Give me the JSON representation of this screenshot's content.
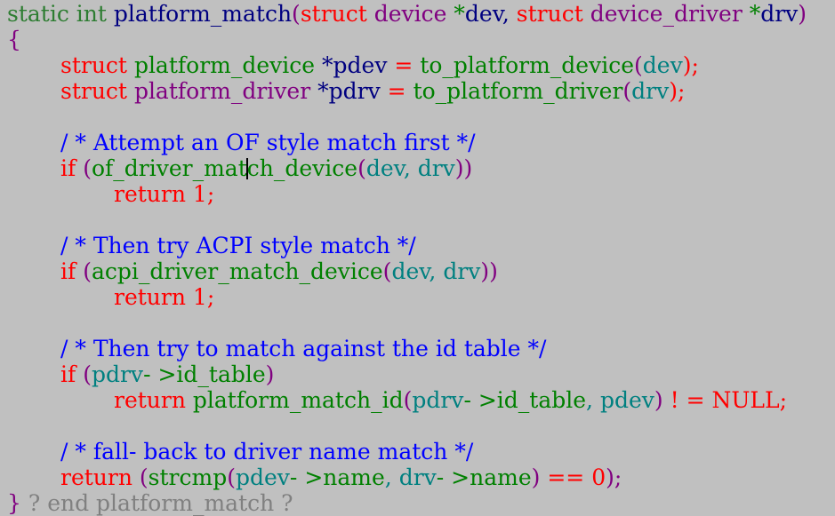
{
  "colors": {
    "keyword": "#2e7d32",
    "type": "#ff0000",
    "struct_name": "#800080",
    "ident": "#000080",
    "func": "#008000",
    "var": "#008080",
    "comment": "#0000ff",
    "number": "#ff0000",
    "paren": "#800080",
    "op": "#ff0000",
    "trailer": "#808080",
    "background": "#c0c0c0"
  },
  "code": {
    "lines": [
      {
        "indent": 0,
        "tokens": [
          {
            "t": "static int ",
            "c": "keyword"
          },
          {
            "t": "platform_match",
            "c": "ident"
          },
          {
            "t": "(",
            "c": "paren"
          },
          {
            "t": "struct ",
            "c": "type"
          },
          {
            "t": "device ",
            "c": "struct_name"
          },
          {
            "t": "*",
            "c": "func"
          },
          {
            "t": "dev",
            "c": "ident"
          },
          {
            "t": ", ",
            "c": "ident"
          },
          {
            "t": "struct ",
            "c": "type"
          },
          {
            "t": "device_driver ",
            "c": "struct_name"
          },
          {
            "t": "*",
            "c": "func"
          },
          {
            "t": "drv",
            "c": "ident"
          },
          {
            "t": ")",
            "c": "paren"
          }
        ]
      },
      {
        "indent": 0,
        "tokens": [
          {
            "t": "{",
            "c": "paren"
          }
        ]
      },
      {
        "indent": 1,
        "tokens": [
          {
            "t": "struct ",
            "c": "type"
          },
          {
            "t": "platform_device ",
            "c": "func"
          },
          {
            "t": "*",
            "c": "ident"
          },
          {
            "t": "pdev",
            "c": "ident"
          },
          {
            "t": " = ",
            "c": "op"
          },
          {
            "t": "to_platform_device",
            "c": "func"
          },
          {
            "t": "(",
            "c": "paren"
          },
          {
            "t": "dev",
            "c": "var"
          },
          {
            "t": ");",
            "c": "op"
          }
        ]
      },
      {
        "indent": 1,
        "tokens": [
          {
            "t": "struct ",
            "c": "type"
          },
          {
            "t": "platform_driver ",
            "c": "struct_name"
          },
          {
            "t": "*",
            "c": "ident"
          },
          {
            "t": "pdrv",
            "c": "ident"
          },
          {
            "t": " = ",
            "c": "op"
          },
          {
            "t": "to_platform_driver",
            "c": "func"
          },
          {
            "t": "(",
            "c": "paren"
          },
          {
            "t": "drv",
            "c": "var"
          },
          {
            "t": ");",
            "c": "op"
          }
        ]
      },
      {
        "indent": 0,
        "tokens": []
      },
      {
        "indent": 1,
        "tokens": [
          {
            "t": "/ * Attempt an OF style match first */",
            "c": "comment"
          }
        ]
      },
      {
        "indent": 1,
        "tokens": [
          {
            "t": "if ",
            "c": "type"
          },
          {
            "t": "(",
            "c": "paren"
          },
          {
            "t": "of_driver_mat",
            "c": "func"
          },
          {
            "caret": true
          },
          {
            "t": "ch_device",
            "c": "func"
          },
          {
            "t": "(",
            "c": "paren"
          },
          {
            "t": "dev",
            "c": "var"
          },
          {
            "t": ", ",
            "c": "var"
          },
          {
            "t": "drv",
            "c": "var"
          },
          {
            "t": "))",
            "c": "paren"
          }
        ]
      },
      {
        "indent": 2,
        "tokens": [
          {
            "t": "return ",
            "c": "type"
          },
          {
            "t": "1",
            "c": "number"
          },
          {
            "t": ";",
            "c": "op"
          }
        ]
      },
      {
        "indent": 0,
        "tokens": []
      },
      {
        "indent": 1,
        "tokens": [
          {
            "t": "/ * Then try ACPI style match */",
            "c": "comment"
          }
        ]
      },
      {
        "indent": 1,
        "tokens": [
          {
            "t": "if ",
            "c": "type"
          },
          {
            "t": "(",
            "c": "paren"
          },
          {
            "t": "acpi_driver_match_device",
            "c": "func"
          },
          {
            "t": "(",
            "c": "paren"
          },
          {
            "t": "dev",
            "c": "var"
          },
          {
            "t": ", ",
            "c": "var"
          },
          {
            "t": "drv",
            "c": "var"
          },
          {
            "t": "))",
            "c": "paren"
          }
        ]
      },
      {
        "indent": 2,
        "tokens": [
          {
            "t": "return ",
            "c": "type"
          },
          {
            "t": "1",
            "c": "number"
          },
          {
            "t": ";",
            "c": "op"
          }
        ]
      },
      {
        "indent": 0,
        "tokens": []
      },
      {
        "indent": 1,
        "tokens": [
          {
            "t": "/ * Then try to match against the id table */",
            "c": "comment"
          }
        ]
      },
      {
        "indent": 1,
        "tokens": [
          {
            "t": "if ",
            "c": "type"
          },
          {
            "t": "(",
            "c": "paren"
          },
          {
            "t": "pdrv",
            "c": "var"
          },
          {
            "t": "- >",
            "c": "func"
          },
          {
            "t": "id_table",
            "c": "func"
          },
          {
            "t": ")",
            "c": "paren"
          }
        ]
      },
      {
        "indent": 2,
        "tokens": [
          {
            "t": "return ",
            "c": "type"
          },
          {
            "t": "platform_match_id",
            "c": "func"
          },
          {
            "t": "(",
            "c": "paren"
          },
          {
            "t": "pdrv",
            "c": "var"
          },
          {
            "t": "- >",
            "c": "func"
          },
          {
            "t": "id_table",
            "c": "func"
          },
          {
            "t": ", ",
            "c": "var"
          },
          {
            "t": "pdev",
            "c": "var"
          },
          {
            "t": ")",
            "c": "paren"
          },
          {
            "t": " ! = ",
            "c": "op"
          },
          {
            "t": "NULL",
            "c": "number"
          },
          {
            "t": ";",
            "c": "op"
          }
        ]
      },
      {
        "indent": 0,
        "tokens": []
      },
      {
        "indent": 1,
        "tokens": [
          {
            "t": "/ * fall- back to driver name match */",
            "c": "comment"
          }
        ]
      },
      {
        "indent": 1,
        "tokens": [
          {
            "t": "return ",
            "c": "type"
          },
          {
            "t": "(",
            "c": "paren"
          },
          {
            "t": "strcmp",
            "c": "func"
          },
          {
            "t": "(",
            "c": "paren"
          },
          {
            "t": "pdev",
            "c": "var"
          },
          {
            "t": "- >",
            "c": "func"
          },
          {
            "t": "name",
            "c": "func"
          },
          {
            "t": ", ",
            "c": "var"
          },
          {
            "t": "drv",
            "c": "var"
          },
          {
            "t": "- >",
            "c": "func"
          },
          {
            "t": "name",
            "c": "func"
          },
          {
            "t": ")",
            "c": "paren"
          },
          {
            "t": " == ",
            "c": "op"
          },
          {
            "t": "0",
            "c": "number"
          },
          {
            "t": ");",
            "c": "paren"
          }
        ]
      },
      {
        "indent": 0,
        "tokens": [
          {
            "t": "}",
            "c": "paren"
          },
          {
            "t": " ? end platform_match ?",
            "c": "trailer"
          }
        ]
      }
    ]
  }
}
